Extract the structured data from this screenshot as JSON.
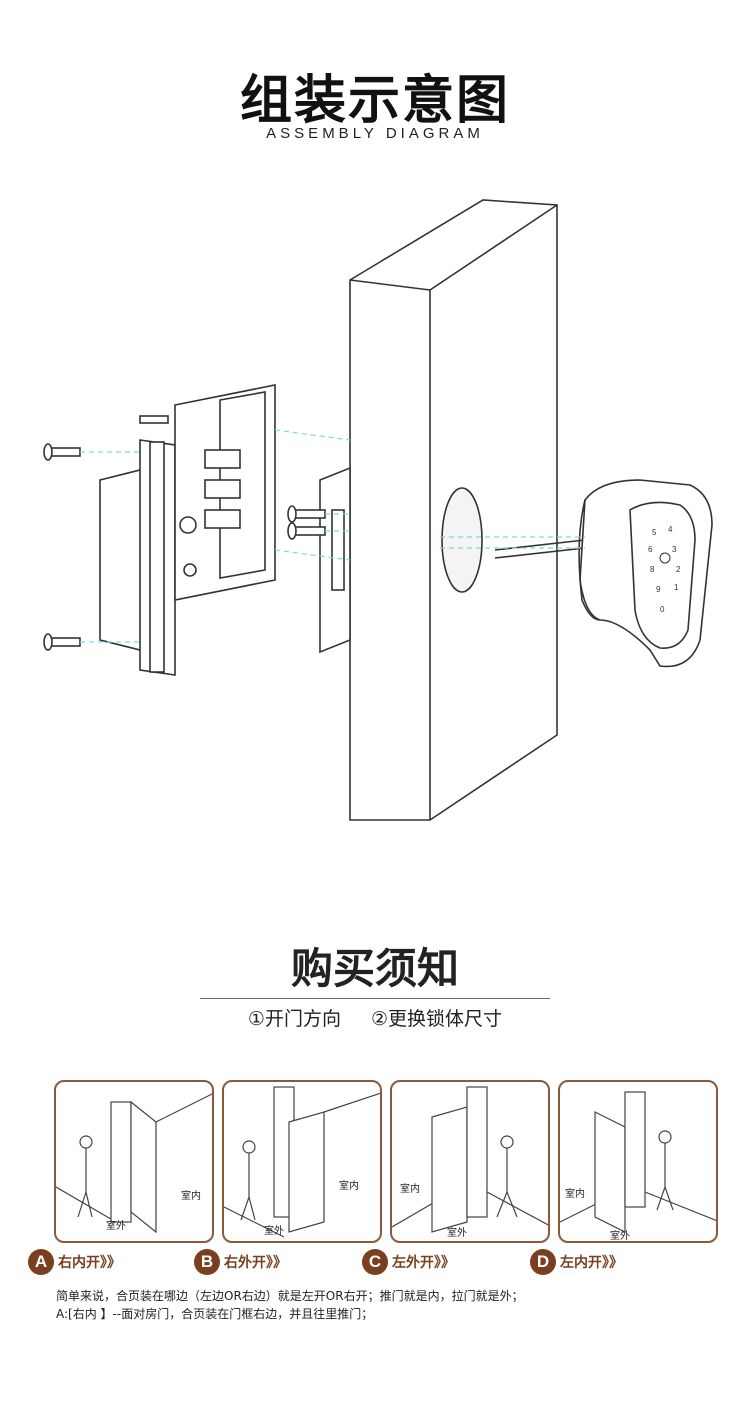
{
  "header": {
    "title": "组装示意图",
    "subtitle": "ASSEMBLY DIAGRAM"
  },
  "notice": {
    "title": "购买须知",
    "item1": "①开门方向",
    "item2": "②更换锁体尺寸"
  },
  "panels": [
    {
      "letter": "A",
      "label": "右内开》》",
      "room_in": "室内",
      "room_out": "室外"
    },
    {
      "letter": "B",
      "label": "右外开》》",
      "room_in": "室内",
      "room_out": "室外"
    },
    {
      "letter": "C",
      "label": "左外开》》",
      "room_in": "室内",
      "room_out": "室外"
    },
    {
      "letter": "D",
      "label": "左内开》》",
      "room_in": "室内",
      "room_out": "室外"
    }
  ],
  "notes": {
    "line1": "简单来说，合页装在哪边（左边OR右边）就是左开OR右开；推门就是内，拉门就是外；",
    "line2": "A:[右内 】--面对房门，合页装在门框右边，并且往里推门；"
  },
  "colors": {
    "accent": "#7a3f1f",
    "border": "#8a5a3a",
    "dash": "#7fd3e6"
  }
}
